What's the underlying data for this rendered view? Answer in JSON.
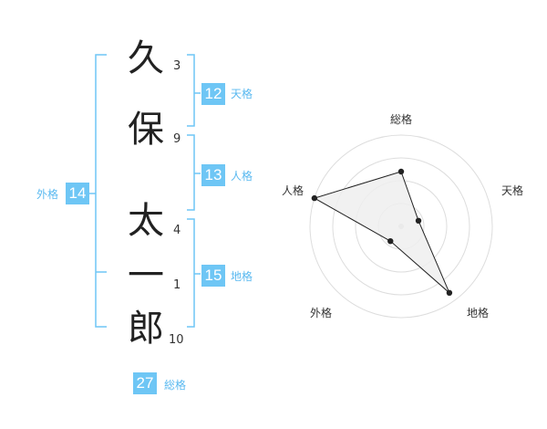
{
  "name": {
    "characters": [
      {
        "char": "久",
        "strokes": "3"
      },
      {
        "char": "保",
        "strokes": "9"
      },
      {
        "char": "太",
        "strokes": "4"
      },
      {
        "char": "一",
        "strokes": "1"
      },
      {
        "char": "郎",
        "strokes": "10"
      }
    ]
  },
  "scores": {
    "tenkaku": {
      "value": "12",
      "label": "天格"
    },
    "jinkaku": {
      "value": "13",
      "label": "人格"
    },
    "chikaku": {
      "value": "15",
      "label": "地格"
    },
    "gaikaku": {
      "value": "14",
      "label": "外格"
    },
    "soukaku": {
      "value": "27",
      "label": "総格"
    }
  },
  "colors": {
    "accent": "#6ec6f5",
    "bracket": "#6ec6f5",
    "radar_fill": "#eeeeee",
    "radar_line": "#222222",
    "ring": "#dddddd"
  },
  "chart_data": {
    "type": "radar",
    "axes": [
      "総格",
      "天格",
      "地格",
      "外格",
      "人格"
    ],
    "values": [
      0.6,
      0.2,
      0.9,
      0.2,
      1.0
    ],
    "rings": 4,
    "max": 1.0
  }
}
